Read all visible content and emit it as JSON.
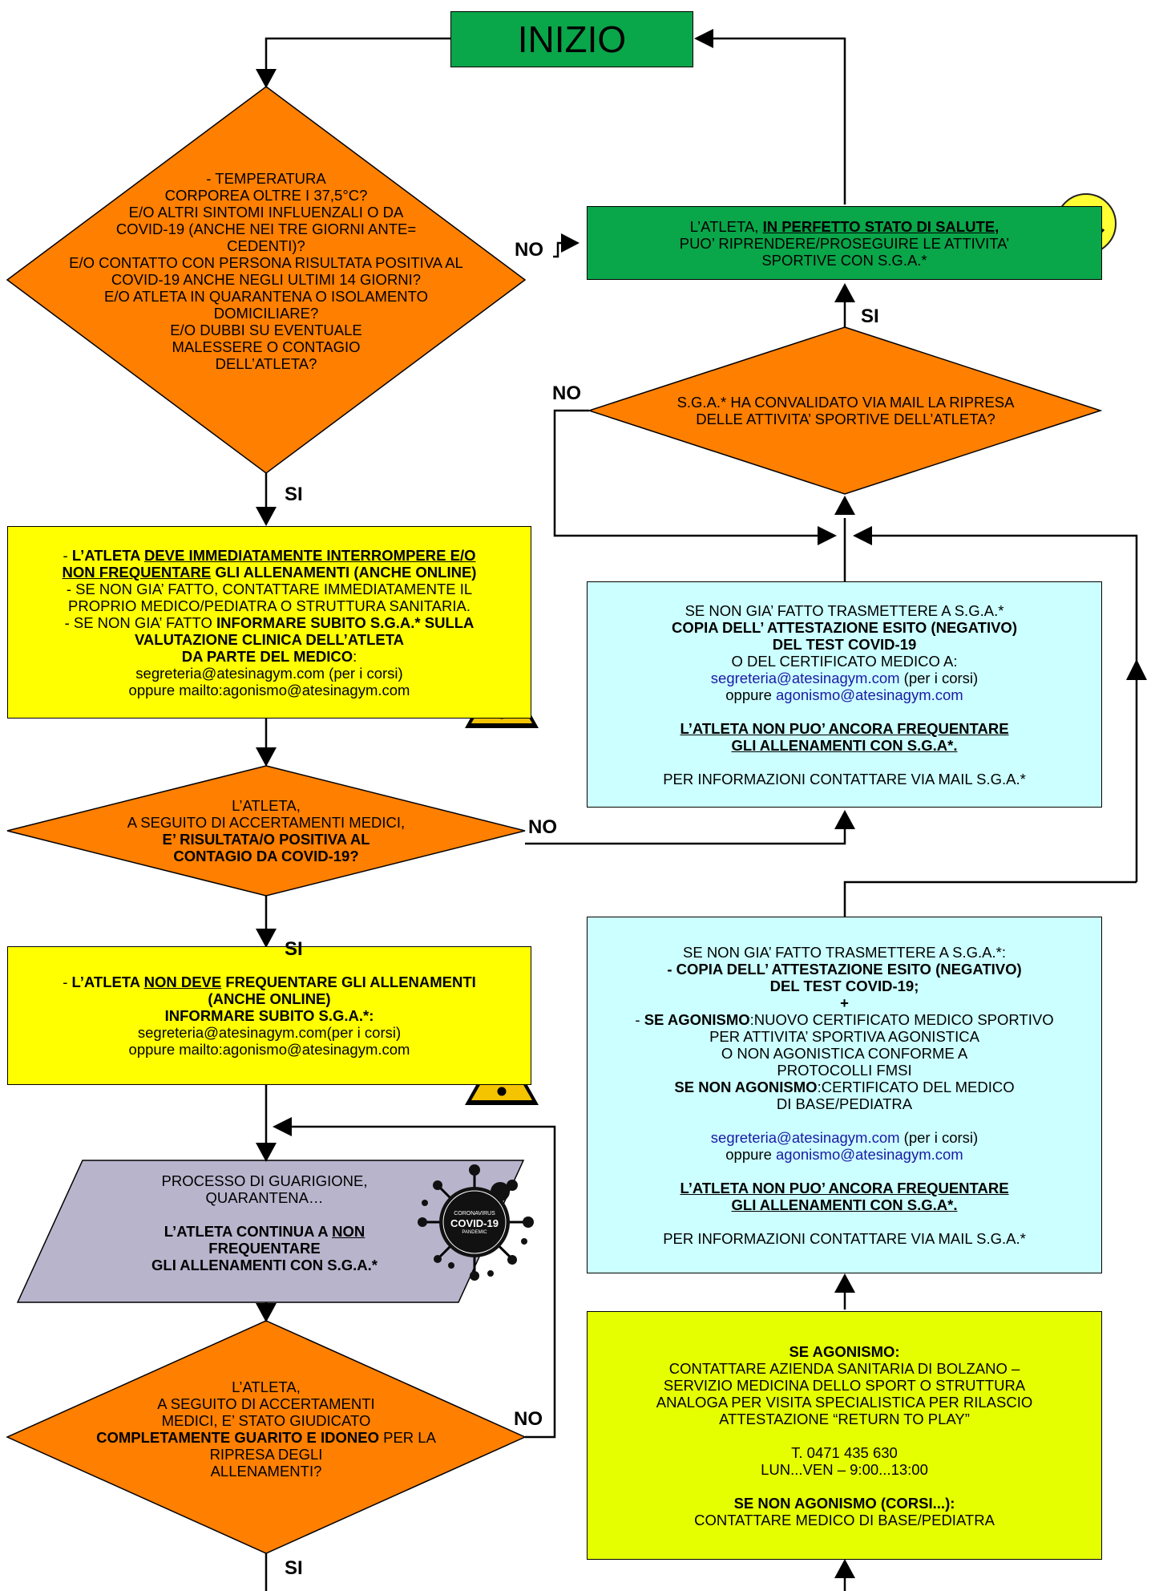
{
  "start": {
    "title": "INIZIO"
  },
  "decision_symptoms": {
    "lines": [
      "- TEMPERATURA",
      "CORPOREA OLTRE I 37,5°C?",
      "E/O ALTRI SINTOMI INFLUENZALI O DA",
      "COVID-19 (ANCHE NEI TRE GIORNI ANTE=",
      "CEDENTI)?",
      "E/O CONTATTO CON PERSONA RISULTATA POSITIVA AL",
      "COVID-19 ANCHE NEGLI ULTIMI 14 GIORNI?",
      "E/O ATLETA IN QUARANTENA O ISOLAMENTO",
      "DOMICILIARE?",
      "E/O DUBBI SU EVENTUALE",
      "MALESSERE O CONTAGIO",
      "DELL’ATLETA?"
    ]
  },
  "ok_box": {
    "part1": "L’ATLETA, ",
    "part2": "IN PERFETTO STATO DI SALUTE,",
    "line2": "PUO’ RIPRENDERE/PROSEGUIRE LE ATTIVITA’",
    "line3": "SPORTIVE CON S.G.A.*"
  },
  "decision_validated": {
    "line1": "S.G.A.* HA CONVALIDATO VIA MAIL  LA RIPRESA",
    "line2": "DELLE ATTIVITA’ SPORTIVE DELL’ATLETA?"
  },
  "stop_box": {
    "l1_a": "- ",
    "l1_b": "L’ATLETA ",
    "l1_c": "DEVE IMMEDIATAMENTE INTERROMPERE E/O",
    "l2_a": "NON FREQUENTARE",
    "l2_b": " GLI ALLENAMENTI (ANCHE ONLINE)",
    "l3": "- SE NON GIA’ FATTO, CONTATTARE IMMEDIATAMENTE IL",
    "l4": "PROPRIO MEDICO/PEDIATRA O STRUTTURA SANITARIA.",
    "l5_a": "- SE NON GIA’ FATTO ",
    "l5_b": "INFORMARE SUBITO S.G.A.* SULLA",
    "l6": "VALUTAZIONE CLINICA DELL’ATLETA",
    "l7_a": "DA PARTE DEL MEDICO",
    "l7_b": ":",
    "l8": "segreteria@atesinagym.com (per i corsi)",
    "l9": "oppure mailto:agonismo@atesinagym.com"
  },
  "decision_positive": {
    "l1": "L’ATLETA,",
    "l2": "A SEGUITO DI ACCERTAMENTI MEDICI,",
    "l3": "E’ RISULTATA/O POSITIVA AL",
    "l4": "CONTAGIO DA COVID-19?"
  },
  "positive_box": {
    "l1_a": "- ",
    "l1_b": "L’ATLETA ",
    "l1_c": "NON DEVE",
    "l1_d": " FREQUENTARE GLI ALLENAMENTI",
    "l2": "(ANCHE ONLINE)",
    "l3": "INFORMARE SUBITO S.G.A.*:",
    "l4": "segreteria@atesinagym.com(per i corsi)",
    "l5": "oppure mailto:agonismo@atesinagym.com"
  },
  "recovery_box": {
    "l1": "PROCESSO DI GUARIGIONE,",
    "l2": "QUARANTENA…",
    "l3_a": "L’ATLETA CONTINUA A ",
    "l3_b": "NON",
    "l4": "FREQUENTARE",
    "l5": "GLI ALLENAMENTI CON S.G.A.*"
  },
  "covid_badge": {
    "l1": "CORONAVIRUS",
    "l2": "COVID-19",
    "l3": "PANDEMIC"
  },
  "decision_healed": {
    "l1": "L’ATLETA,",
    "l2": "A SEGUITO DI ACCERTAMENTI",
    "l3": "MEDICI, E’ STATO GIUDICATO",
    "l4_a": "COMPLETAMENTE GUARITO E IDONEO",
    "l4_b": " PER LA",
    "l5": "RIPRESA DEGLI",
    "l6": "ALLENAMENTI?"
  },
  "neg_test_box": {
    "l1": "SE NON GIA’ FATTO TRASMETTERE A S.G.A.*",
    "l2": "COPIA DELL’ ATTESTAZIONE ESITO (NEGATIVO)",
    "l3": "DEL TEST COVID-19",
    "l4": "O DEL CERTIFICATO MEDICO A:",
    "l5_a": "segreteria@atesinagym.com",
    "l5_b": " (per i corsi)",
    "l6_a": "oppure ",
    "l6_b": "agonismo@atesinagym.com",
    "l7": "L’ATLETA NON PUO’ ANCORA FREQUENTARE",
    "l8": "GLI ALLENAMENTI CON S.G.A*.",
    "l9": "PER INFORMAZIONI  CONTATTARE VIA MAIL S.G.A.*"
  },
  "cert_box": {
    "l1": "SE NON GIA’ FATTO TRASMETTERE A S.G.A.*:",
    "l2": "- COPIA DELL’ ATTESTAZIONE ESITO (NEGATIVO)",
    "l3": "DEL TEST COVID-19;",
    "l4": "+",
    "l5_a": "-  ",
    "l5_b": "SE AGONISMO",
    "l5_c": ":NUOVO CERTIFICATO MEDICO SPORTIVO",
    "l6": "PER ATTIVITA’ SPORTIVA AGONISTICA",
    "l7": "O NON AGONISTICA CONFORME A",
    "l8": "PROTOCOLLI FMSI",
    "l9_a": "SE NON AGONISMO",
    "l9_b": ":CERTIFICATO DEL MEDICO",
    "l10": "DI BASE/PEDIATRA",
    "l11_a": "segreteria@atesinagym.com",
    "l11_b": " (per i corsi)",
    "l12_a": "oppure ",
    "l12_b": "agonismo@atesinagym.com",
    "l13": "L’ATLETA NON PUO’ ANCORA FREQUENTARE",
    "l14": "GLI ALLENAMENTI CON S.G.A*.",
    "l15": "PER INFORMAZIONI  CONTATTARE VIA MAIL S.G.A.*"
  },
  "contact_box": {
    "l1": "SE AGONISMO:",
    "l2": "CONTATTARE  AZIENDA SANITARIA DI BOLZANO –",
    "l3": "SERVIZIO MEDICINA DELLO SPORT O STRUTTURA",
    "l4": "ANALOGA PER VISITA SPECIALISTICA PER RILASCIO",
    "l5": "ATTESTAZIONE “RETURN TO PLAY”",
    "l6": "T. 0471 435 630",
    "l7": "LUN...VEN – 9:00...13:00",
    "l8": "SE NON AGONISMO (CORSI...):",
    "l9": "CONTATTARE MEDICO DI BASE/PEDIATRA"
  },
  "edge_labels": {
    "no": "NO",
    "si": "SI"
  },
  "icons": [
    "warning-icon",
    "smiley-icon",
    "covid-virus-icon"
  ],
  "colors": {
    "orange": "#ff7f00",
    "green": "#0aa64a",
    "yellow": "#ffff00",
    "lime": "#e6ff00",
    "cyan": "#ccffff",
    "lavender": "#b8b4cc"
  }
}
